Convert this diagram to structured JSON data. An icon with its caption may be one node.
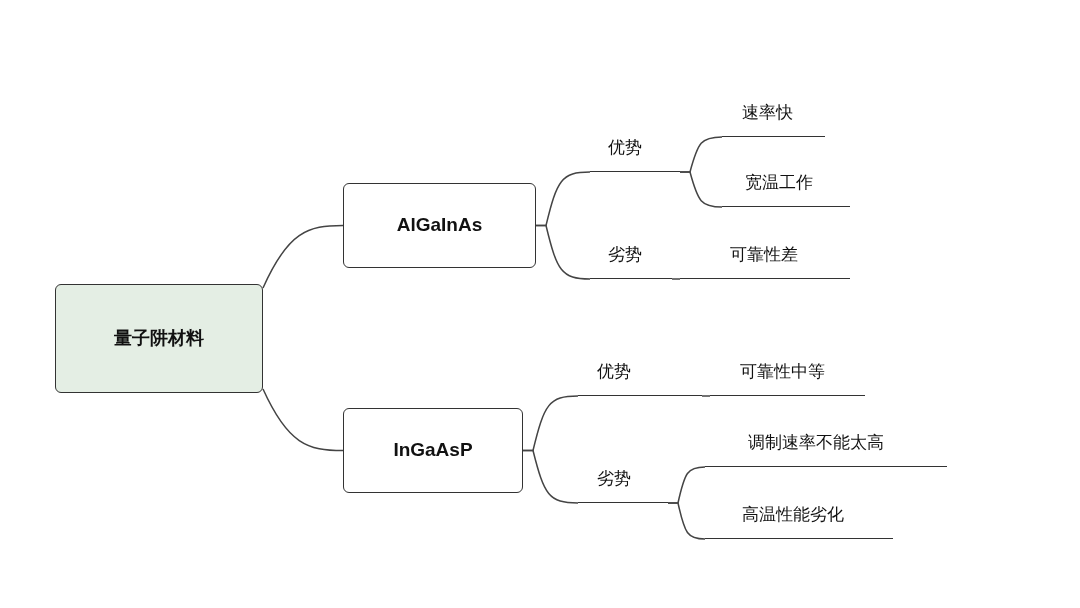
{
  "diagram": {
    "nodes": [
      {
        "text": [
          "量子阱材料"
        ]
      },
      {
        "text": [
          "AlGaInAs"
        ]
      },
      {
        "text": [
          "优势"
        ]
      },
      {
        "text": [
          "速率快"
        ]
      },
      {
        "text": [
          "宽温工作"
        ]
      },
      {
        "text": [
          "劣势"
        ]
      },
      {
        "text": [
          "可靠性差"
        ]
      },
      {
        "text": [
          "InGaAsP"
        ]
      },
      {
        "text": [
          "优势"
        ]
      },
      {
        "text": [
          "可靠性中等"
        ]
      },
      {
        "text": [
          "劣势"
        ]
      },
      {
        "text": [
          "调制速率不能太高"
        ]
      },
      {
        "text": [
          "高温性能劣化"
        ]
      }
    ],
    "edges": [
      {
        "from": 0,
        "to": 1,
        "arrow": "none"
      },
      {
        "from": 0,
        "to": 7,
        "arrow": "none"
      },
      {
        "from": 1,
        "to": 2,
        "arrow": "none"
      },
      {
        "from": 1,
        "to": 5,
        "arrow": "none"
      },
      {
        "from": 2,
        "to": 3,
        "arrow": "none"
      },
      {
        "from": 2,
        "to": 4,
        "arrow": "none"
      },
      {
        "from": 5,
        "to": 6,
        "arrow": "none"
      },
      {
        "from": 7,
        "to": 8,
        "arrow": "none"
      },
      {
        "from": 7,
        "to": 10,
        "arrow": "none"
      },
      {
        "from": 8,
        "to": 9,
        "arrow": "none"
      },
      {
        "from": 10,
        "to": 11,
        "arrow": "none"
      },
      {
        "from": 10,
        "to": 12,
        "arrow": "none"
      }
    ]
  }
}
